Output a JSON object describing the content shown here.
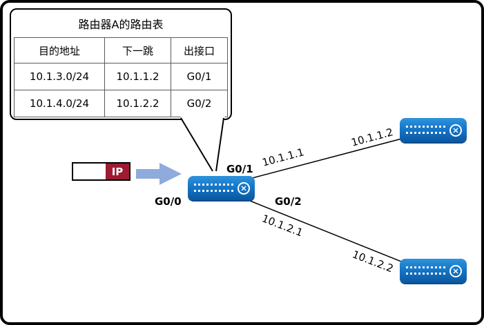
{
  "callout": {
    "title": "路由器A的路由表",
    "table": {
      "headers": [
        "目的地址",
        "下一跳",
        "出接口"
      ],
      "rows": [
        [
          "10.1.3.0/24",
          "10.1.1.2",
          "G0/1"
        ],
        [
          "10.1.4.0/24",
          "10.1.2.2",
          "G0/2"
        ]
      ]
    }
  },
  "packet": {
    "label": "IP"
  },
  "router_a": {
    "g00": "G0/0",
    "g01": "G0/1",
    "g02": "G0/2"
  },
  "links": {
    "link1_near": "10.1.1.1",
    "link1_far": "10.1.1.2",
    "link2_near": "10.1.2.1",
    "link2_far": "10.1.2.2"
  },
  "colors": {
    "router_blue": "#1677C8",
    "packet_red": "#9E1B32",
    "arrow_blue": "#8FAADC",
    "table_border": "#595959"
  }
}
